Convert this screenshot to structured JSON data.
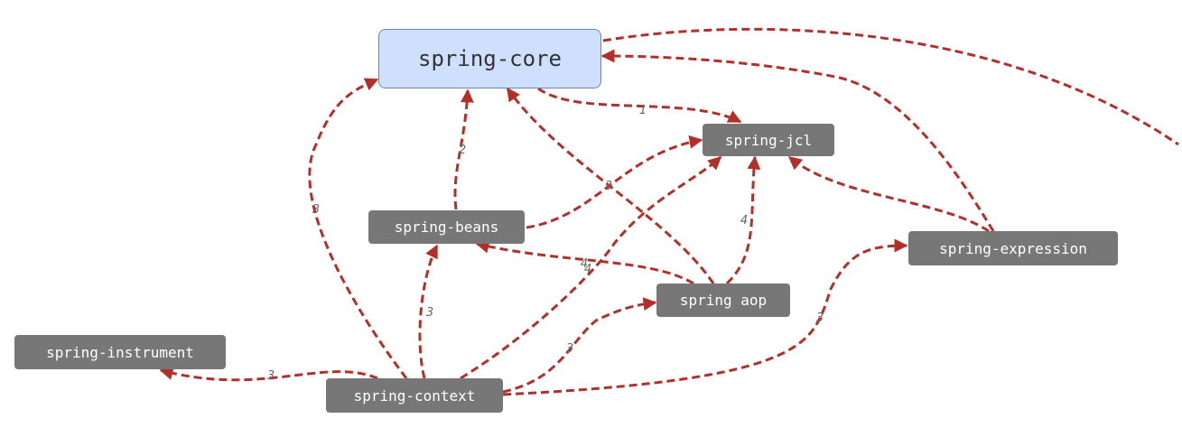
{
  "diagram": {
    "nodes": [
      {
        "id": "core",
        "label": "spring-core"
      },
      {
        "id": "jcl",
        "label": "spring-jcl"
      },
      {
        "id": "beans",
        "label": "spring-beans"
      },
      {
        "id": "expression",
        "label": "spring-expression"
      },
      {
        "id": "aop",
        "label": "spring aop"
      },
      {
        "id": "instrument",
        "label": "spring-instrument"
      },
      {
        "id": "context",
        "label": "spring-context"
      }
    ],
    "edges": [
      {
        "from": "core",
        "to": "jcl",
        "label": "1"
      },
      {
        "from": "beans",
        "to": "core",
        "label": "2"
      },
      {
        "from": "beans",
        "to": "jcl",
        "label": ""
      },
      {
        "from": "aop",
        "to": "core",
        "label": "3"
      },
      {
        "from": "aop",
        "to": "beans",
        "label": "4"
      },
      {
        "from": "aop",
        "to": "jcl",
        "label": "4"
      },
      {
        "from": "expression",
        "to": "core",
        "label": ""
      },
      {
        "from": "expression",
        "to": "jcl",
        "label": ""
      },
      {
        "from": "context",
        "to": "core",
        "label": "3"
      },
      {
        "from": "context",
        "to": "beans",
        "label": "3"
      },
      {
        "from": "context",
        "to": "jcl",
        "label": "4"
      },
      {
        "from": "context",
        "to": "aop",
        "label": "3"
      },
      {
        "from": "context",
        "to": "expression",
        "label": "3"
      },
      {
        "from": "context",
        "to": "instrument",
        "label": "3"
      }
    ],
    "edge_color": "#b3302a",
    "node_color": "#777777",
    "core_fill": "#cfe0ff"
  }
}
